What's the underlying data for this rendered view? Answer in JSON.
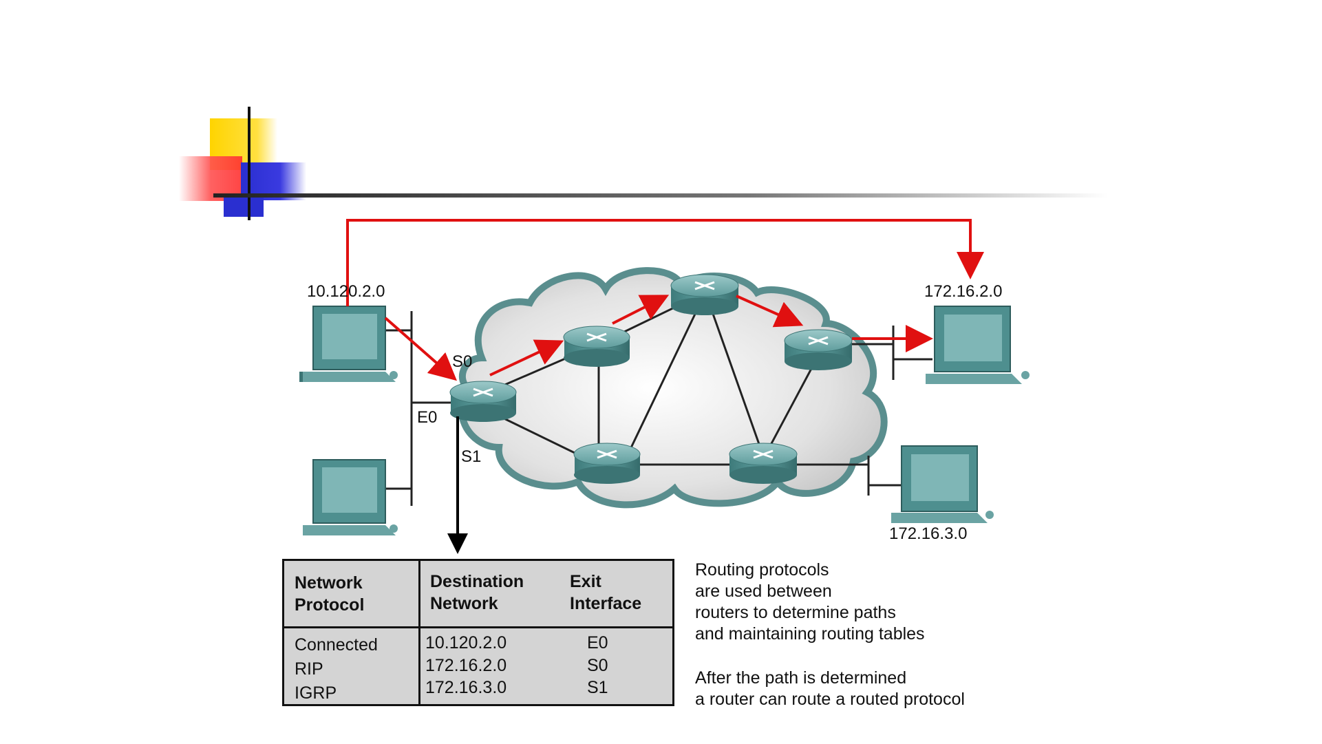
{
  "networks": {
    "left_top": "10.120.2.0",
    "right_top": "172.16.2.0",
    "right_bottom": "172.16.3.0"
  },
  "interfaces": {
    "s0": "S0",
    "e0": "E0",
    "s1": "S1"
  },
  "routing_table": {
    "headers": {
      "protocol_line1": "Network",
      "protocol_line2": "Protocol",
      "destination_line1": "Destination",
      "destination_line2": "Network",
      "exit_line1": "Exit",
      "exit_line2": "Interface"
    },
    "rows": [
      {
        "protocol": "Connected",
        "destination": "10.120.2.0",
        "exit": "E0"
      },
      {
        "protocol": "RIP",
        "destination": "172.16.2.0",
        "exit": "S0"
      },
      {
        "protocol": "IGRP",
        "destination": "172.16.3.0",
        "exit": "S1"
      }
    ]
  },
  "notes": {
    "line1": "Routing protocols",
    "line2": "are used between",
    "line3": "routers to determine  paths",
    "line4": "and maintaining routing tables",
    "line5": "After the path is determined",
    "line6": "a router can route a routed protocol"
  },
  "colors": {
    "route_arrow": "#e01010",
    "device_teal": "#4e8f8f",
    "cloud_fill": "#e6e6e6",
    "table_fill": "#d4d4d4",
    "logo_yellow": "#ffd400",
    "logo_red": "#ff4040",
    "logo_blue": "#2a2fd0"
  }
}
